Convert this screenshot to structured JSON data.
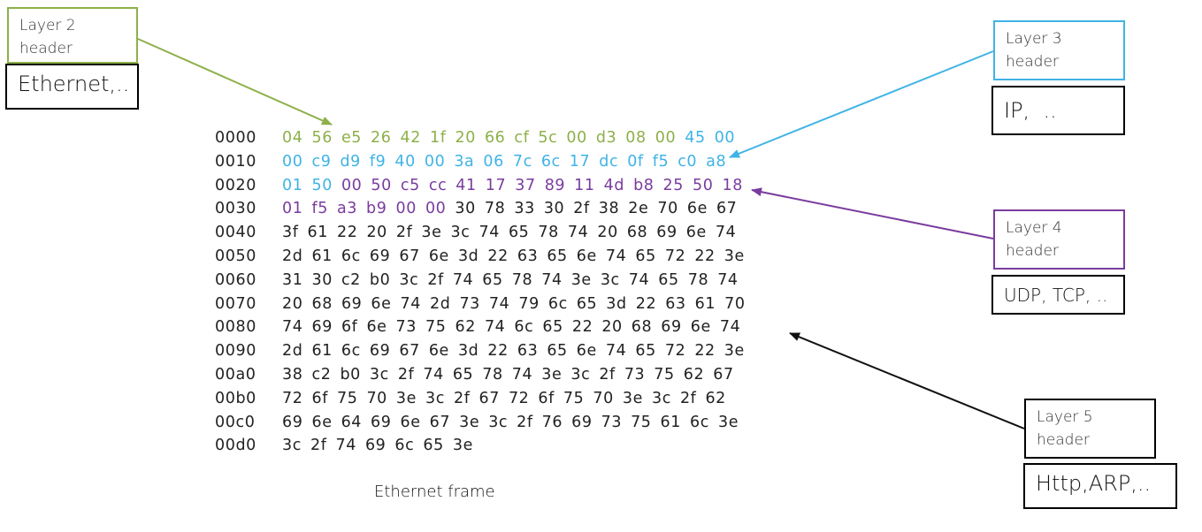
{
  "colors": {
    "layer2": "#8db04a",
    "layer3": "#3fb3e6",
    "layer4": "#7a3c9e",
    "layer5": "#111111",
    "payload": "#222222"
  },
  "boxes": {
    "layer2": {
      "header_line1": "Layer 2",
      "header_line2": "header",
      "protocols": "Ethernet,.."
    },
    "layer3": {
      "header_line1": "Layer 3",
      "header_line2": "header",
      "protocols": "IP,  .."
    },
    "layer4": {
      "header_line1": "Layer 4",
      "header_line2": "header",
      "protocols": "UDP, TCP, .."
    },
    "layer5": {
      "header_line1": "Layer 5",
      "header_line2": "header",
      "protocols": "Http,ARP,.."
    }
  },
  "caption": "Ethernet frame",
  "rows": [
    {
      "offset": "0000",
      "bytes": [
        "04",
        "56",
        "e5",
        "26",
        "42",
        "1f",
        "20",
        "66",
        "cf",
        "5c",
        "00",
        "d3",
        "08",
        "00",
        "45",
        "00"
      ]
    },
    {
      "offset": "0010",
      "bytes": [
        "00",
        "c9",
        "d9",
        "f9",
        "40",
        "00",
        "3a",
        "06",
        "7c",
        "6c",
        "17",
        "dc",
        "0f",
        "f5",
        "c0",
        "a8"
      ]
    },
    {
      "offset": "0020",
      "bytes": [
        "01",
        "50",
        "00",
        "50",
        "c5",
        "cc",
        "41",
        "17",
        "37",
        "89",
        "11",
        "4d",
        "b8",
        "25",
        "50",
        "18"
      ]
    },
    {
      "offset": "0030",
      "bytes": [
        "01",
        "f5",
        "a3",
        "b9",
        "00",
        "00",
        "30",
        "78",
        "33",
        "30",
        "2f",
        "38",
        "2e",
        "70",
        "6e",
        "67"
      ]
    },
    {
      "offset": "0040",
      "bytes": [
        "3f",
        "61",
        "22",
        "20",
        "2f",
        "3e",
        "3c",
        "74",
        "65",
        "78",
        "74",
        "20",
        "68",
        "69",
        "6e",
        "74"
      ]
    },
    {
      "offset": "0050",
      "bytes": [
        "2d",
        "61",
        "6c",
        "69",
        "67",
        "6e",
        "3d",
        "22",
        "63",
        "65",
        "6e",
        "74",
        "65",
        "72",
        "22",
        "3e"
      ]
    },
    {
      "offset": "0060",
      "bytes": [
        "31",
        "30",
        "c2",
        "b0",
        "3c",
        "2f",
        "74",
        "65",
        "78",
        "74",
        "3e",
        "3c",
        "74",
        "65",
        "78",
        "74"
      ]
    },
    {
      "offset": "0070",
      "bytes": [
        "20",
        "68",
        "69",
        "6e",
        "74",
        "2d",
        "73",
        "74",
        "79",
        "6c",
        "65",
        "3d",
        "22",
        "63",
        "61",
        "70"
      ]
    },
    {
      "offset": "0080",
      "bytes": [
        "74",
        "69",
        "6f",
        "6e",
        "73",
        "75",
        "62",
        "74",
        "6c",
        "65",
        "22",
        "20",
        "68",
        "69",
        "6e",
        "74"
      ]
    },
    {
      "offset": "0090",
      "bytes": [
        "2d",
        "61",
        "6c",
        "69",
        "67",
        "6e",
        "3d",
        "22",
        "63",
        "65",
        "6e",
        "74",
        "65",
        "72",
        "22",
        "3e"
      ]
    },
    {
      "offset": "00a0",
      "bytes": [
        "38",
        "c2",
        "b0",
        "3c",
        "2f",
        "74",
        "65",
        "78",
        "74",
        "3e",
        "3c",
        "2f",
        "73",
        "75",
        "62",
        "67"
      ]
    },
    {
      "offset": "00b0",
      "bytes": [
        "72",
        "6f",
        "75",
        "70",
        "3e",
        "3c",
        "2f",
        "67",
        "72",
        "6f",
        "75",
        "70",
        "3e",
        "3c",
        "2f",
        "62"
      ]
    },
    {
      "offset": "00c0",
      "bytes": [
        "69",
        "6e",
        "64",
        "69",
        "6e",
        "67",
        "3e",
        "3c",
        "2f",
        "76",
        "69",
        "73",
        "75",
        "61",
        "6c",
        "3e"
      ]
    },
    {
      "offset": "00d0",
      "bytes": [
        "3c",
        "2f",
        "74",
        "69",
        "6c",
        "65",
        "3e"
      ]
    }
  ],
  "byte_layers": {
    "layer2_count": 14,
    "layer3_count": 20,
    "layer4_count": 20
  }
}
